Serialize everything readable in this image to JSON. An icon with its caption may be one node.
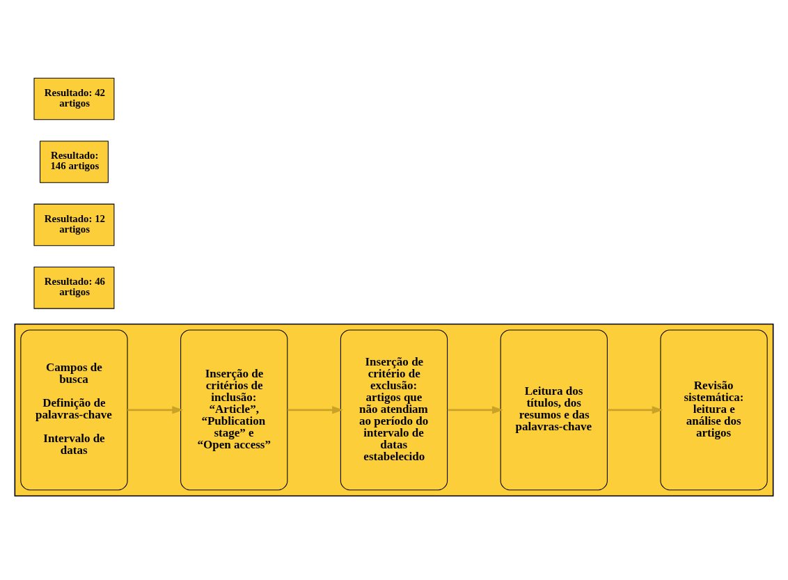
{
  "diagram": {
    "nodes": [
      {
        "text": [],
        "shape": "arrow"
      },
      {
        "text": [
          "Campos de busca",
          "Definição de palavras-chave",
          "Intervalo de datas"
        ],
        "in": 0
      },
      {
        "text": [
          "Inserção de critérios de inclusão: “Article”, “Publication stage” e “Open access”"
        ],
        "in": 0
      },
      {
        "text": [
          "Inserção de critério de exclusão: artigos que não atendiam ao período do intervalo de datas estabelecido"
        ],
        "in": 0
      },
      {
        "text": [
          "Leitura dos títulos, dos resumos e das palavras-chave"
        ],
        "in": 0
      },
      {
        "text": [
          "Revisão sistemática: leitura e análise dos artigos"
        ],
        "in": 0
      },
      {
        "text": [
          "Resultado: 46 artigos"
        ]
      },
      {
        "text": [
          "Resultado: 12 artigos"
        ]
      },
      {
        "text": [
          "Resultado: 146 artigos"
        ]
      },
      {
        "text": [
          "Resultado: 42 artigos"
        ]
      }
    ],
    "edges": [
      {
        "from": 1,
        "to": 2,
        "arrow": "to"
      },
      {
        "from": 2,
        "to": 3,
        "arrow": "to"
      },
      {
        "from": 3,
        "to": 4,
        "arrow": "to"
      },
      {
        "from": 4,
        "to": 5,
        "arrow": "to"
      }
    ]
  }
}
